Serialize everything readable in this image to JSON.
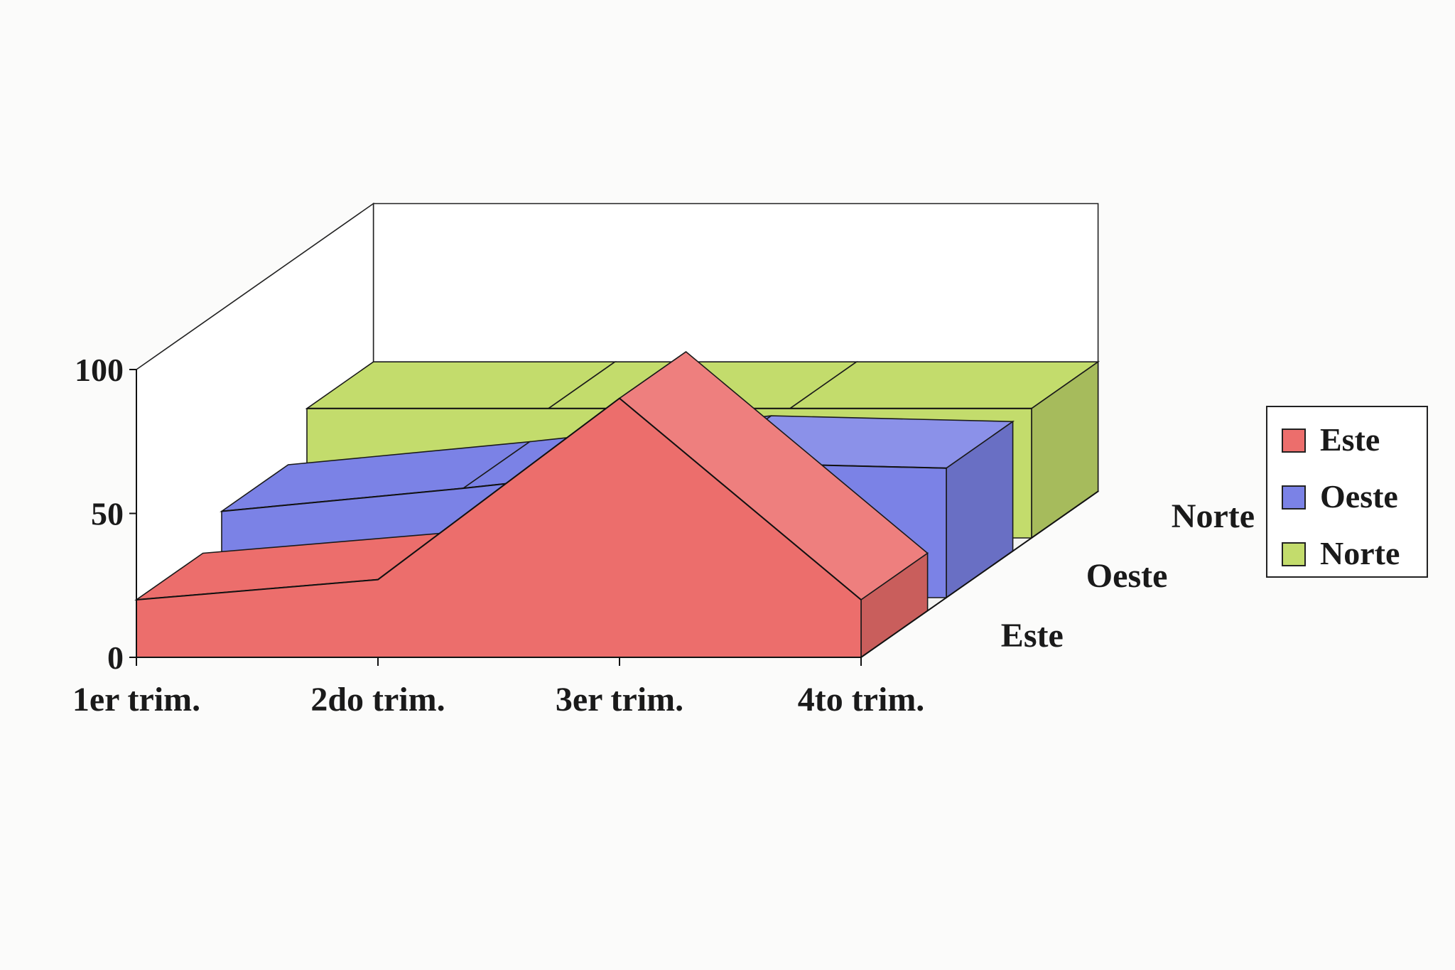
{
  "chart_data": {
    "type": "area",
    "categories": [
      "1er trim.",
      "2do trim.",
      "3er trim.",
      "4to trim."
    ],
    "series": [
      {
        "name": "Este",
        "values": [
          20,
          27,
          90,
          20
        ],
        "color": "#ec6e6c"
      },
      {
        "name": "Oeste",
        "values": [
          30,
          38,
          47,
          45
        ],
        "color": "#7b82e6"
      },
      {
        "name": "Norte",
        "values": [
          45,
          45,
          45,
          45
        ],
        "color": "#c3dc6c"
      }
    ],
    "depth_labels": [
      "Este",
      "Oeste",
      "Norte"
    ],
    "y_ticks": [
      0,
      50,
      100
    ],
    "ylim": [
      0,
      100
    ],
    "legend_position": "right",
    "grid": false
  }
}
